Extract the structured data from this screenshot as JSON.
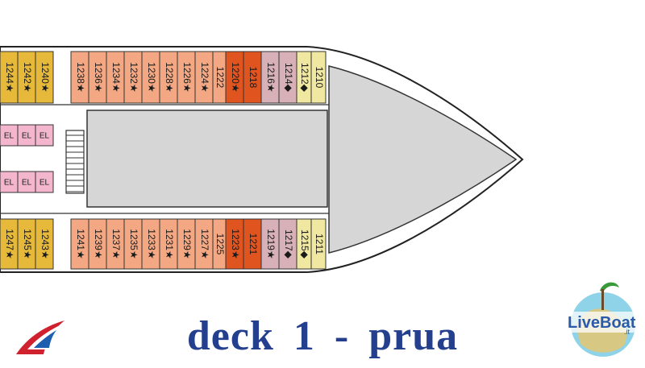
{
  "title": "deck  1  -  prua",
  "colors": {
    "orange": "#e87a3a",
    "salmon": "#f3a883",
    "red_orange": "#e0541f",
    "mauve": "#d7b0b8",
    "light_yellow": "#f0e8a0",
    "yellow": "#e6b93a",
    "pink": "#f4b6cc",
    "gray": "#d6d6d6",
    "title": "#243f8e"
  },
  "top_cabins": [
    {
      "label": "1244★",
      "color": "yellow"
    },
    {
      "label": "1242★",
      "color": "yellow"
    },
    {
      "label": "1240★",
      "color": "yellow"
    },
    {
      "label": "1238★",
      "color": "salmon"
    },
    {
      "label": "1236★",
      "color": "salmon"
    },
    {
      "label": "1234★",
      "color": "salmon"
    },
    {
      "label": "1232★",
      "color": "salmon"
    },
    {
      "label": "1230★",
      "color": "salmon"
    },
    {
      "label": "1228★",
      "color": "salmon"
    },
    {
      "label": "1226★",
      "color": "salmon"
    },
    {
      "label": "1224★",
      "color": "salmon"
    },
    {
      "label": "1222",
      "color": "salmon"
    },
    {
      "label": "1220★",
      "color": "red_orange"
    },
    {
      "label": "1218",
      "color": "red_orange"
    },
    {
      "label": "1216★",
      "color": "mauve"
    },
    {
      "label": "1214◆",
      "color": "mauve"
    },
    {
      "label": "1212◆",
      "color": "light_yellow"
    },
    {
      "label": "1210",
      "color": "light_yellow"
    }
  ],
  "bottom_cabins": [
    {
      "label": "1247★",
      "color": "yellow"
    },
    {
      "label": "1245★",
      "color": "yellow"
    },
    {
      "label": "1243★",
      "color": "yellow"
    },
    {
      "label": "1241★",
      "color": "salmon"
    },
    {
      "label": "1239★",
      "color": "salmon"
    },
    {
      "label": "1237★",
      "color": "salmon"
    },
    {
      "label": "1235★",
      "color": "salmon"
    },
    {
      "label": "1233★",
      "color": "salmon"
    },
    {
      "label": "1231★",
      "color": "salmon"
    },
    {
      "label": "1229★",
      "color": "salmon"
    },
    {
      "label": "1227★",
      "color": "salmon"
    },
    {
      "label": "1225",
      "color": "salmon"
    },
    {
      "label": "1223★",
      "color": "red_orange"
    },
    {
      "label": "1221",
      "color": "red_orange"
    },
    {
      "label": "1219★",
      "color": "mauve"
    },
    {
      "label": "1217◆",
      "color": "mauve"
    },
    {
      "label": "1215◆",
      "color": "light_yellow"
    },
    {
      "label": "1211",
      "color": "light_yellow"
    }
  ],
  "elevators": [
    "EL",
    "EL",
    "EL",
    "EL",
    "EL",
    "EL"
  ]
}
